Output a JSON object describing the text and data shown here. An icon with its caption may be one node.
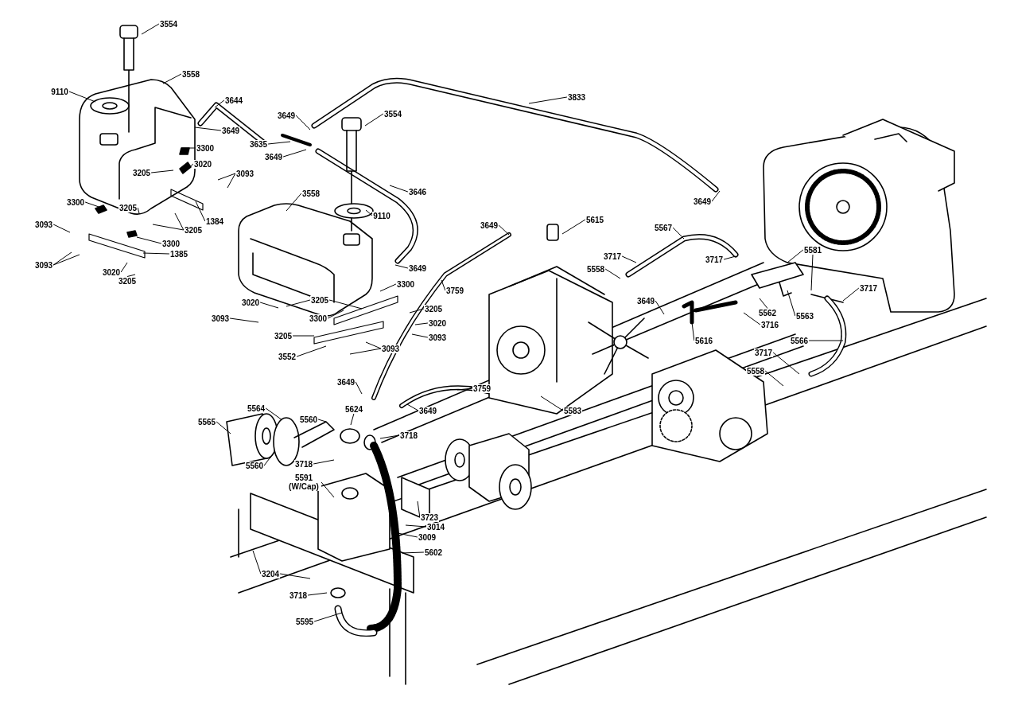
{
  "diagram": {
    "nodes": [
      {
        "text": [
          "3554"
        ]
      },
      {
        "text": [
          "3558"
        ]
      },
      {
        "text": [
          "9110"
        ]
      },
      {
        "text": [
          "3649"
        ]
      },
      {
        "text": [
          "3644"
        ]
      },
      {
        "text": [
          "3300"
        ]
      },
      {
        "text": [
          "3205"
        ]
      },
      {
        "text": [
          "3020"
        ]
      },
      {
        "text": [
          "3093"
        ]
      },
      {
        "text": [
          "1384"
        ]
      },
      {
        "text": [
          "3300"
        ]
      },
      {
        "text": [
          "3205"
        ]
      },
      {
        "text": [
          "3093"
        ]
      },
      {
        "text": [
          "3205"
        ]
      },
      {
        "text": [
          "3300"
        ]
      },
      {
        "text": [
          "1385"
        ]
      },
      {
        "text": [
          "3093"
        ]
      },
      {
        "text": [
          "3020"
        ]
      },
      {
        "text": [
          "3205"
        ]
      },
      {
        "text": [
          "3649"
        ]
      },
      {
        "text": [
          "3635"
        ]
      },
      {
        "text": [
          "3649"
        ]
      },
      {
        "text": [
          "3554"
        ]
      },
      {
        "text": [
          "3558"
        ]
      },
      {
        "text": [
          "3646"
        ]
      },
      {
        "text": [
          "9110"
        ]
      },
      {
        "text": [
          "3649"
        ]
      },
      {
        "text": [
          "3300"
        ]
      },
      {
        "text": [
          "3020"
        ]
      },
      {
        "text": [
          "3205"
        ]
      },
      {
        "text": [
          "3093"
        ]
      },
      {
        "text": [
          "3300"
        ]
      },
      {
        "text": [
          "3205"
        ]
      },
      {
        "text": [
          "3552"
        ]
      },
      {
        "text": [
          "3093"
        ]
      },
      {
        "text": [
          "3205"
        ]
      },
      {
        "text": [
          "3020"
        ]
      },
      {
        "text": [
          "3093"
        ]
      },
      {
        "text": [
          "3759"
        ]
      },
      {
        "text": [
          "3649"
        ]
      },
      {
        "text": [
          "3649"
        ]
      },
      {
        "text": [
          "3759"
        ]
      },
      {
        "text": [
          "5583"
        ]
      },
      {
        "text": [
          "3833"
        ]
      },
      {
        "text": [
          "3649"
        ]
      },
      {
        "text": [
          "3649"
        ]
      },
      {
        "text": [
          "5615"
        ]
      },
      {
        "text": [
          "5567"
        ]
      },
      {
        "text": [
          "3717"
        ]
      },
      {
        "text": [
          "5558"
        ]
      },
      {
        "text": [
          "3717"
        ]
      },
      {
        "text": [
          "5581"
        ]
      },
      {
        "text": [
          "3649"
        ]
      },
      {
        "text": [
          "3717"
        ]
      },
      {
        "text": [
          "5562"
        ]
      },
      {
        "text": [
          "5563"
        ]
      },
      {
        "text": [
          "3716"
        ]
      },
      {
        "text": [
          "5616"
        ]
      },
      {
        "text": [
          "5566"
        ]
      },
      {
        "text": [
          "3717"
        ]
      },
      {
        "text": [
          "5558"
        ]
      },
      {
        "text": [
          "5565"
        ]
      },
      {
        "text": [
          "5564"
        ]
      },
      {
        "text": [
          "5560"
        ]
      },
      {
        "text": [
          "5624"
        ]
      },
      {
        "text": [
          "3718"
        ]
      },
      {
        "text": [
          "5560"
        ]
      },
      {
        "text": [
          "3718"
        ]
      },
      {
        "text": [
          "5591 (W/Cap)"
        ]
      },
      {
        "text": [
          "3723"
        ]
      },
      {
        "text": [
          "3014"
        ]
      },
      {
        "text": [
          "3009"
        ]
      },
      {
        "text": [
          "5602"
        ]
      },
      {
        "text": [
          "3204"
        ]
      },
      {
        "text": [
          "3718"
        ]
      },
      {
        "text": [
          "5595"
        ]
      }
    ],
    "edges": [
      {
        "from": 0,
        "to": null,
        "arrow": "none"
      },
      {
        "from": 1,
        "to": null,
        "arrow": "none"
      },
      {
        "from": 2,
        "to": null,
        "arrow": "none"
      },
      {
        "from": 3,
        "to": null,
        "arrow": "none"
      },
      {
        "from": 4,
        "to": null,
        "arrow": "none"
      },
      {
        "from": 5,
        "to": null,
        "arrow": "none"
      },
      {
        "from": 6,
        "to": null,
        "arrow": "none"
      },
      {
        "from": 7,
        "to": null,
        "arrow": "none"
      },
      {
        "from": 8,
        "to": null,
        "arrow": "none"
      },
      {
        "from": 8,
        "to": null,
        "arrow": "none"
      },
      {
        "from": 9,
        "to": null,
        "arrow": "none"
      },
      {
        "from": 10,
        "to": null,
        "arrow": "none"
      },
      {
        "from": 11,
        "to": null,
        "arrow": "none"
      },
      {
        "from": 12,
        "to": null,
        "arrow": "none"
      },
      {
        "from": 13,
        "to": null,
        "arrow": "none"
      },
      {
        "from": 13,
        "to": null,
        "arrow": "none"
      },
      {
        "from": 14,
        "to": null,
        "arrow": "none"
      },
      {
        "from": 15,
        "to": null,
        "arrow": "none"
      },
      {
        "from": 16,
        "to": null,
        "arrow": "none"
      },
      {
        "from": 16,
        "to": null,
        "arrow": "none"
      },
      {
        "from": 17,
        "to": null,
        "arrow": "none"
      },
      {
        "from": 18,
        "to": null,
        "arrow": "none"
      },
      {
        "from": 19,
        "to": null,
        "arrow": "none"
      },
      {
        "from": 20,
        "to": null,
        "arrow": "none"
      },
      {
        "from": 21,
        "to": null,
        "arrow": "none"
      },
      {
        "from": 22,
        "to": null,
        "arrow": "none"
      },
      {
        "from": 23,
        "to": null,
        "arrow": "none"
      },
      {
        "from": 24,
        "to": null,
        "arrow": "none"
      },
      {
        "from": 25,
        "to": null,
        "arrow": "none"
      },
      {
        "from": 26,
        "to": null,
        "arrow": "none"
      },
      {
        "from": 27,
        "to": null,
        "arrow": "none"
      },
      {
        "from": 28,
        "to": null,
        "arrow": "none"
      },
      {
        "from": 29,
        "to": null,
        "arrow": "none"
      },
      {
        "from": 29,
        "to": null,
        "arrow": "none"
      },
      {
        "from": 30,
        "to": null,
        "arrow": "none"
      },
      {
        "from": 31,
        "to": null,
        "arrow": "none"
      },
      {
        "from": 32,
        "to": null,
        "arrow": "none"
      },
      {
        "from": 33,
        "to": null,
        "arrow": "none"
      },
      {
        "from": 34,
        "to": null,
        "arrow": "none"
      },
      {
        "from": 34,
        "to": null,
        "arrow": "none"
      },
      {
        "from": 35,
        "to": null,
        "arrow": "none"
      },
      {
        "from": 36,
        "to": null,
        "arrow": "none"
      },
      {
        "from": 37,
        "to": null,
        "arrow": "none"
      },
      {
        "from": 38,
        "to": null,
        "arrow": "none"
      },
      {
        "from": 39,
        "to": null,
        "arrow": "none"
      },
      {
        "from": 40,
        "to": null,
        "arrow": "none"
      },
      {
        "from": 41,
        "to": null,
        "arrow": "none"
      },
      {
        "from": 42,
        "to": null,
        "arrow": "none"
      },
      {
        "from": 43,
        "to": null,
        "arrow": "none"
      },
      {
        "from": 44,
        "to": null,
        "arrow": "none"
      },
      {
        "from": 45,
        "to": null,
        "arrow": "none"
      },
      {
        "from": 46,
        "to": null,
        "arrow": "none"
      },
      {
        "from": 47,
        "to": null,
        "arrow": "none"
      },
      {
        "from": 48,
        "to": null,
        "arrow": "none"
      },
      {
        "from": 49,
        "to": null,
        "arrow": "none"
      },
      {
        "from": 50,
        "to": null,
        "arrow": "none"
      },
      {
        "from": 51,
        "to": null,
        "arrow": "none"
      },
      {
        "from": 51,
        "to": null,
        "arrow": "none"
      },
      {
        "from": 52,
        "to": null,
        "arrow": "none"
      },
      {
        "from": 53,
        "to": null,
        "arrow": "none"
      },
      {
        "from": 54,
        "to": null,
        "arrow": "none"
      },
      {
        "from": 55,
        "to": null,
        "arrow": "none"
      },
      {
        "from": 56,
        "to": null,
        "arrow": "none"
      },
      {
        "from": 57,
        "to": null,
        "arrow": "none"
      },
      {
        "from": 58,
        "to": null,
        "arrow": "none"
      },
      {
        "from": 59,
        "to": null,
        "arrow": "none"
      },
      {
        "from": 60,
        "to": null,
        "arrow": "none"
      },
      {
        "from": 61,
        "to": null,
        "arrow": "none"
      },
      {
        "from": 62,
        "to": null,
        "arrow": "none"
      },
      {
        "from": 63,
        "to": null,
        "arrow": "none"
      },
      {
        "from": 64,
        "to": null,
        "arrow": "none"
      },
      {
        "from": 65,
        "to": null,
        "arrow": "none"
      },
      {
        "from": 66,
        "to": null,
        "arrow": "none"
      },
      {
        "from": 67,
        "to": null,
        "arrow": "none"
      },
      {
        "from": 68,
        "to": null,
        "arrow": "none"
      },
      {
        "from": 69,
        "to": null,
        "arrow": "none"
      },
      {
        "from": 70,
        "to": null,
        "arrow": "none"
      },
      {
        "from": 71,
        "to": null,
        "arrow": "none"
      },
      {
        "from": 72,
        "to": null,
        "arrow": "none"
      },
      {
        "from": 73,
        "to": null,
        "arrow": "none"
      },
      {
        "from": 73,
        "to": null,
        "arrow": "none"
      },
      {
        "from": 74,
        "to": null,
        "arrow": "none"
      },
      {
        "from": 75,
        "to": null,
        "arrow": "none"
      }
    ]
  }
}
